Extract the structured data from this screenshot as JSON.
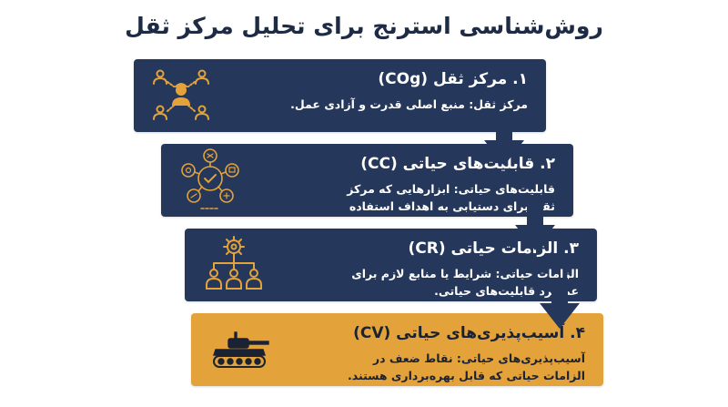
{
  "title": "روش‌شناسی استرنج برای تحلیل مرکز ثقل",
  "steps": [
    {
      "heading": "۱. مرکز ثقل (COg)",
      "description": "مرکز ثقل: منبع اصلی قدرت و آزادی عمل.",
      "icon": "people-network-icon"
    },
    {
      "heading": "۲. قابلیت‌های حیاتی (CC)",
      "description": "قابلیت‌های حیاتی: ابزارهایی که مرکز ثقل برای دستیابی به اهداف استفاده می‌کند.",
      "icon": "capabilities-hub-icon"
    },
    {
      "heading": "۳. الزامات حیاتی (CR)",
      "description": "الزامات حیاتی: شرایط یا منابع لازم برای عملکرد قابلیت‌های حیاتی.",
      "icon": "gear-team-icon"
    },
    {
      "heading": "۴. آسیب‌پذیری‌های حیاتی (CV)",
      "description": "آسیب‌پذیری‌های حیاتی: نقاط ضعف در الزامات حیاتی که قابل بهره‌برداری هستند.",
      "icon": "tank-icon"
    }
  ],
  "colors": {
    "dark_card": "#25375a",
    "highlight_card": "#e3a33a",
    "icon_accent": "#e3a33a",
    "arrow": "#25375a"
  }
}
